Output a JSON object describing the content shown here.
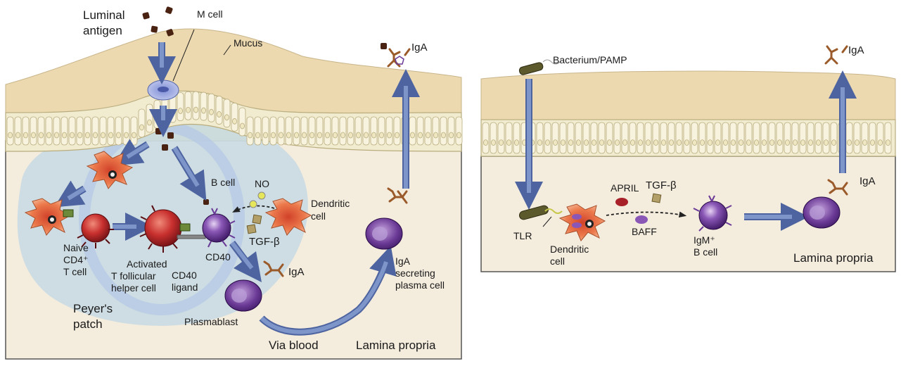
{
  "colors": {
    "tissue": "#f4ecdd",
    "mucus": "#ecd9b0",
    "epithelium": "#f1ebcf",
    "patch": "#c7dbe4",
    "arrow": "#7d95c8",
    "arrow_stroke": "#4d64a0",
    "t_cell": "#b8262b",
    "b_cell": "#5a2a86",
    "dendritic": "#e3673c",
    "igA": "#9a5a2a"
  },
  "left_panel": {
    "luminal_antigen": [
      "Luminal",
      "antigen"
    ],
    "m_cell": "M cell",
    "mucus": "Mucus",
    "iga_top": "IgA",
    "b_cell": "B cell",
    "no": "NO",
    "dendritic_cell": [
      "Dendritic",
      "cell"
    ],
    "tgf_beta": "TGF-β",
    "naive_t": [
      "Naive",
      "CD4⁺",
      "T cell"
    ],
    "activated_t": [
      "Activated",
      "T follicular",
      "helper cell"
    ],
    "cd40": "CD40",
    "cd40_ligand": [
      "CD40",
      "ligand"
    ],
    "iga_mid": "IgA",
    "plasmablast": "Plasmablast",
    "iga_secreting": [
      "IgA",
      "secreting",
      "plasma cell"
    ],
    "peyers_patch": [
      "Peyer's",
      "patch"
    ],
    "via_blood": "Via blood",
    "lamina_propria": "Lamina propria"
  },
  "right_panel": {
    "bacterium": "Bacterium/PAMP",
    "iga_top": "IgA",
    "april": "APRIL",
    "tgf_beta": "TGF-β",
    "baff": "BAFF",
    "tlr": "TLR",
    "dendritic_cell": [
      "Dendritic",
      "cell"
    ],
    "igm_b_cell": [
      "IgM⁺",
      "B cell"
    ],
    "iga": "IgA",
    "lamina_propria": "Lamina propria"
  }
}
